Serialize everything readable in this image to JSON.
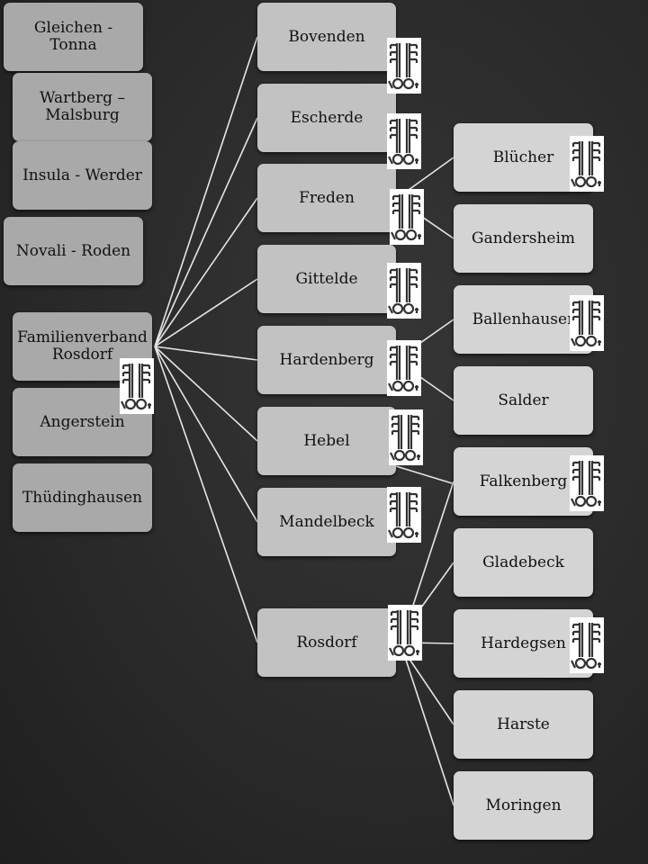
{
  "left_column": [
    "Gleichen - Tonna",
    "Wartberg – Malsburg",
    "Insula - Werder",
    "Novali - Roden",
    "Familienverband Rosdorf",
    "Angerstein",
    "Thüdinghausen"
  ],
  "middle_column": [
    "Bovenden",
    "Escherde",
    "Freden",
    "Gittelde",
    "Hardenberg",
    "Hebel",
    "Mandelbeck",
    "Rosdorf"
  ],
  "right_column": [
    "Blücher",
    "Gandersheim",
    "Ballenhauser",
    "Salder",
    "Falkenberg",
    "Gladebeck",
    "Hardegsen",
    "Harste",
    "Moringen"
  ],
  "icon": "coat-of-arms-keys-icon",
  "colors": {
    "background": "#2a2a2a",
    "left_box": "#a9a9a9",
    "middle_box": "#c2c2c2",
    "right_box": "#d4d4d4",
    "connector": "#e6e6e6"
  }
}
